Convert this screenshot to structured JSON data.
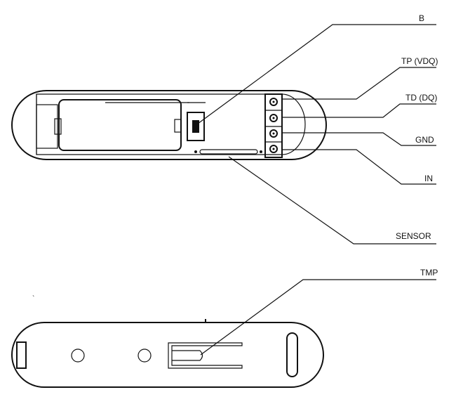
{
  "labels": {
    "b": "B",
    "tp": "TP (VDQ)",
    "td": "TD (DQ)",
    "gnd": "GND",
    "in": "IN",
    "sensor": "SENSOR",
    "tmp": "TMP"
  }
}
